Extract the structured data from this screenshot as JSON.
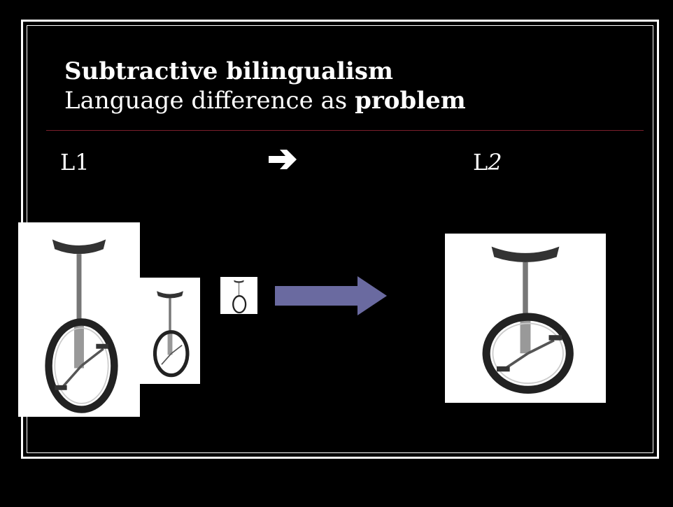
{
  "slide": {
    "title_bold": "Subtractive bilingualism",
    "subtitle_prefix": "Language difference as ",
    "subtitle_emphasis": "problem",
    "label_left_letter": "L",
    "label_left_number": "1",
    "label_right_letter": "L",
    "label_right_number": "2",
    "colors": {
      "background": "#000000",
      "text": "#ffffff",
      "divider": "#7a1f2b",
      "big_arrow": "#6a6aa0"
    },
    "icons": {
      "small_arrow": "right-arrow-icon",
      "big_arrow": "block-right-arrow-icon",
      "unicycle": "unicycle-icon"
    }
  }
}
